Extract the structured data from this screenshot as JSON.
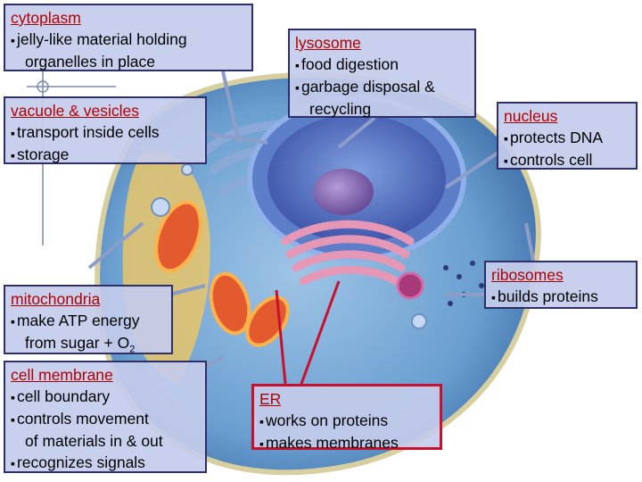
{
  "labels": {
    "cytoplasm": {
      "title": "cytoplasm",
      "lines": [
        "jelly-like material holding",
        "organelles in place"
      ]
    },
    "lysosome": {
      "title": "lysosome",
      "lines": [
        "food digestion",
        "garbage disposal &",
        "recycling"
      ]
    },
    "vacuole": {
      "title": "vacuole & vesicles",
      "lines": [
        "transport inside cells",
        "storage"
      ]
    },
    "nucleus": {
      "title": "nucleus",
      "lines": [
        "protects DNA",
        "controls cell"
      ]
    },
    "ribosomes": {
      "title": "ribosomes",
      "lines": [
        "builds proteins"
      ]
    },
    "mitochondria": {
      "title": "mitochondria",
      "line1": "make ATP energy",
      "line2_prefix": "from sugar + O",
      "line2_sub": "2"
    },
    "membrane": {
      "title": "cell membrane",
      "lines": [
        "cell boundary",
        "controls movement",
        "of materials in & out",
        "recognizes signals"
      ]
    },
    "er": {
      "title": "ER",
      "lines": [
        "works on proteins",
        "makes membranes"
      ]
    }
  },
  "colors": {
    "label_bg": "#c4ccec",
    "label_border": "#2d2f66",
    "title_red": "#b00000",
    "er_border": "#c8102e"
  }
}
